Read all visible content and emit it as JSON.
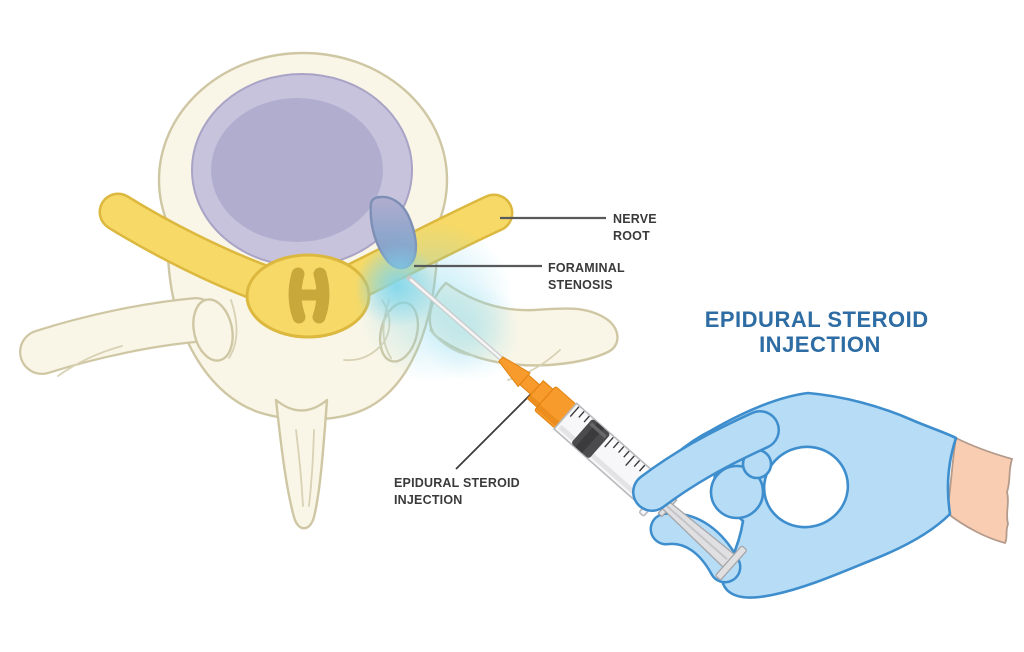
{
  "title": {
    "line1": "EPIDURAL STEROID",
    "line2": "INJECTION"
  },
  "annotations": {
    "nerve_root": {
      "line1": "NERVE",
      "line2": "ROOT"
    },
    "foraminal_stenosis": {
      "line1": "FORAMINAL",
      "line2": "STENOSIS"
    },
    "injection_site": {
      "line1": "EPIDURAL STEROID",
      "line2": "INJECTION"
    }
  },
  "colors": {
    "background": "#ffffff",
    "bone": "#faf6e7",
    "bone_outline": "#cfc7a4",
    "bone_detail": "#d8d1b4",
    "disc_outer": "#c7c3dd",
    "disc_outer_line": "#a9a4c6",
    "disc_inner": "#b1adcf",
    "bulge": "#8ea6cb",
    "bulge_deep": "#7f9bc6",
    "bulge_line": "#7d8fb5",
    "glow": "#7fd6ec",
    "nerve": "#f6d967",
    "nerve_outline": "#dcb83e",
    "cord_core": "#c8a73b",
    "label_text": "#3a3a3a",
    "leader": "#58595b",
    "title": "#2e6da4",
    "hub": "#f89b2d",
    "hub_shade": "#e0820e",
    "barrel": "#f7f7f9",
    "barrel_line": "#b9babd",
    "stopper": "#4b4b4d",
    "plunger": "#e0e0e2",
    "plunger_line": "#a6a6a9",
    "needle_core": "#f4f4f4",
    "needle_edge": "#c9cacc",
    "tick": "#38383a",
    "glove": "#b6dcf6",
    "glove_outline": "#3e8ecd",
    "skin": "#f8cdb2",
    "skin_outline": "#b59b8b"
  }
}
